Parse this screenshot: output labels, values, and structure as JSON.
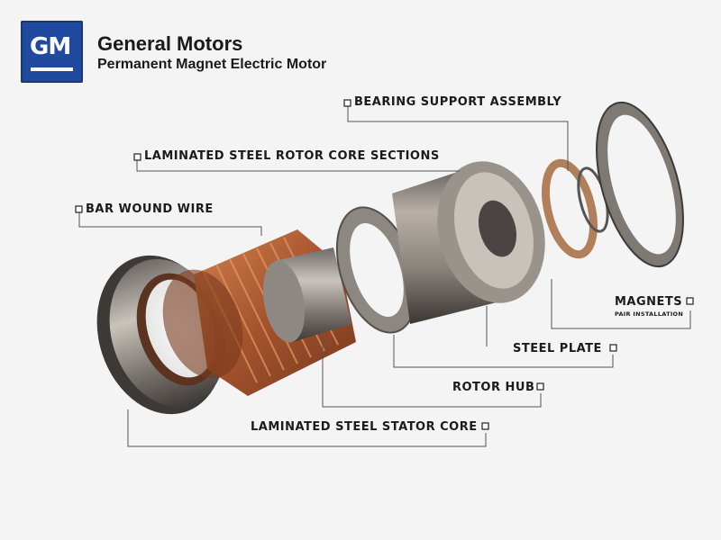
{
  "header": {
    "logo_text": "GM",
    "title": "General Motors",
    "subtitle": "Permanent Magnet Electric Motor"
  },
  "callouts": {
    "bearing_support": "BEARING SUPPORT ASSEMBLY",
    "rotor_core": "LAMINATED STEEL ROTOR CORE SECTIONS",
    "bar_wound": "BAR WOUND WIRE",
    "magnets": "MAGNETS",
    "magnets_sub": "PAIR INSTALLATION",
    "steel_plate": "STEEL PLATE",
    "rotor_hub": "ROTOR HUB",
    "stator_core": "LAMINATED STEEL STATOR CORE"
  },
  "colors": {
    "gm_blue": "#1f4aa0",
    "copper": "#b0562a",
    "steel": "#8a8580"
  }
}
